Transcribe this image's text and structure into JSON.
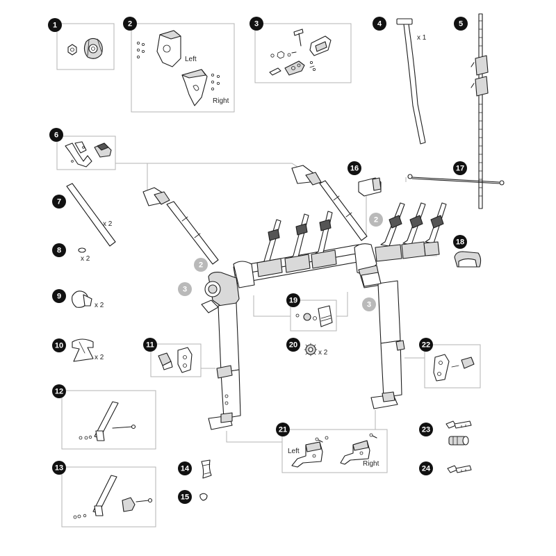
{
  "badges": [
    {
      "id": "1",
      "tone": "dark"
    },
    {
      "id": "2",
      "tone": "dark"
    },
    {
      "id": "3",
      "tone": "dark"
    },
    {
      "id": "4",
      "tone": "dark"
    },
    {
      "id": "5",
      "tone": "dark"
    },
    {
      "id": "6",
      "tone": "dark"
    },
    {
      "id": "7",
      "tone": "dark"
    },
    {
      "id": "8",
      "tone": "dark"
    },
    {
      "id": "9",
      "tone": "dark"
    },
    {
      "id": "10",
      "tone": "dark"
    },
    {
      "id": "11",
      "tone": "dark"
    },
    {
      "id": "12",
      "tone": "dark"
    },
    {
      "id": "13",
      "tone": "dark"
    },
    {
      "id": "14",
      "tone": "dark"
    },
    {
      "id": "15",
      "tone": "dark"
    },
    {
      "id": "16",
      "tone": "dark"
    },
    {
      "id": "17",
      "tone": "dark"
    },
    {
      "id": "18",
      "tone": "dark"
    },
    {
      "id": "19",
      "tone": "dark"
    },
    {
      "id": "20",
      "tone": "dark"
    },
    {
      "id": "21",
      "tone": "dark"
    },
    {
      "id": "22",
      "tone": "dark"
    },
    {
      "id": "23",
      "tone": "dark"
    },
    {
      "id": "24",
      "tone": "dark"
    },
    {
      "id": "2",
      "tone": "grey"
    },
    {
      "id": "3",
      "tone": "grey"
    },
    {
      "id": "2",
      "tone": "grey"
    },
    {
      "id": "3",
      "tone": "grey"
    }
  ],
  "quantities": {
    "part4": "x 1",
    "part7": "x 2",
    "part8": "x 2",
    "part9": "x 2",
    "part10": "x 2",
    "part20": "x 2"
  },
  "side_labels": {
    "part2_left": "Left",
    "part2_right": "Right",
    "part21_left": "Left",
    "part21_right": "Right"
  },
  "colors": {
    "badge_dark": "#111111",
    "badge_grey": "#b9b9b9",
    "box_border": "#b3b3b3",
    "line_art": "#1c1c1c"
  }
}
